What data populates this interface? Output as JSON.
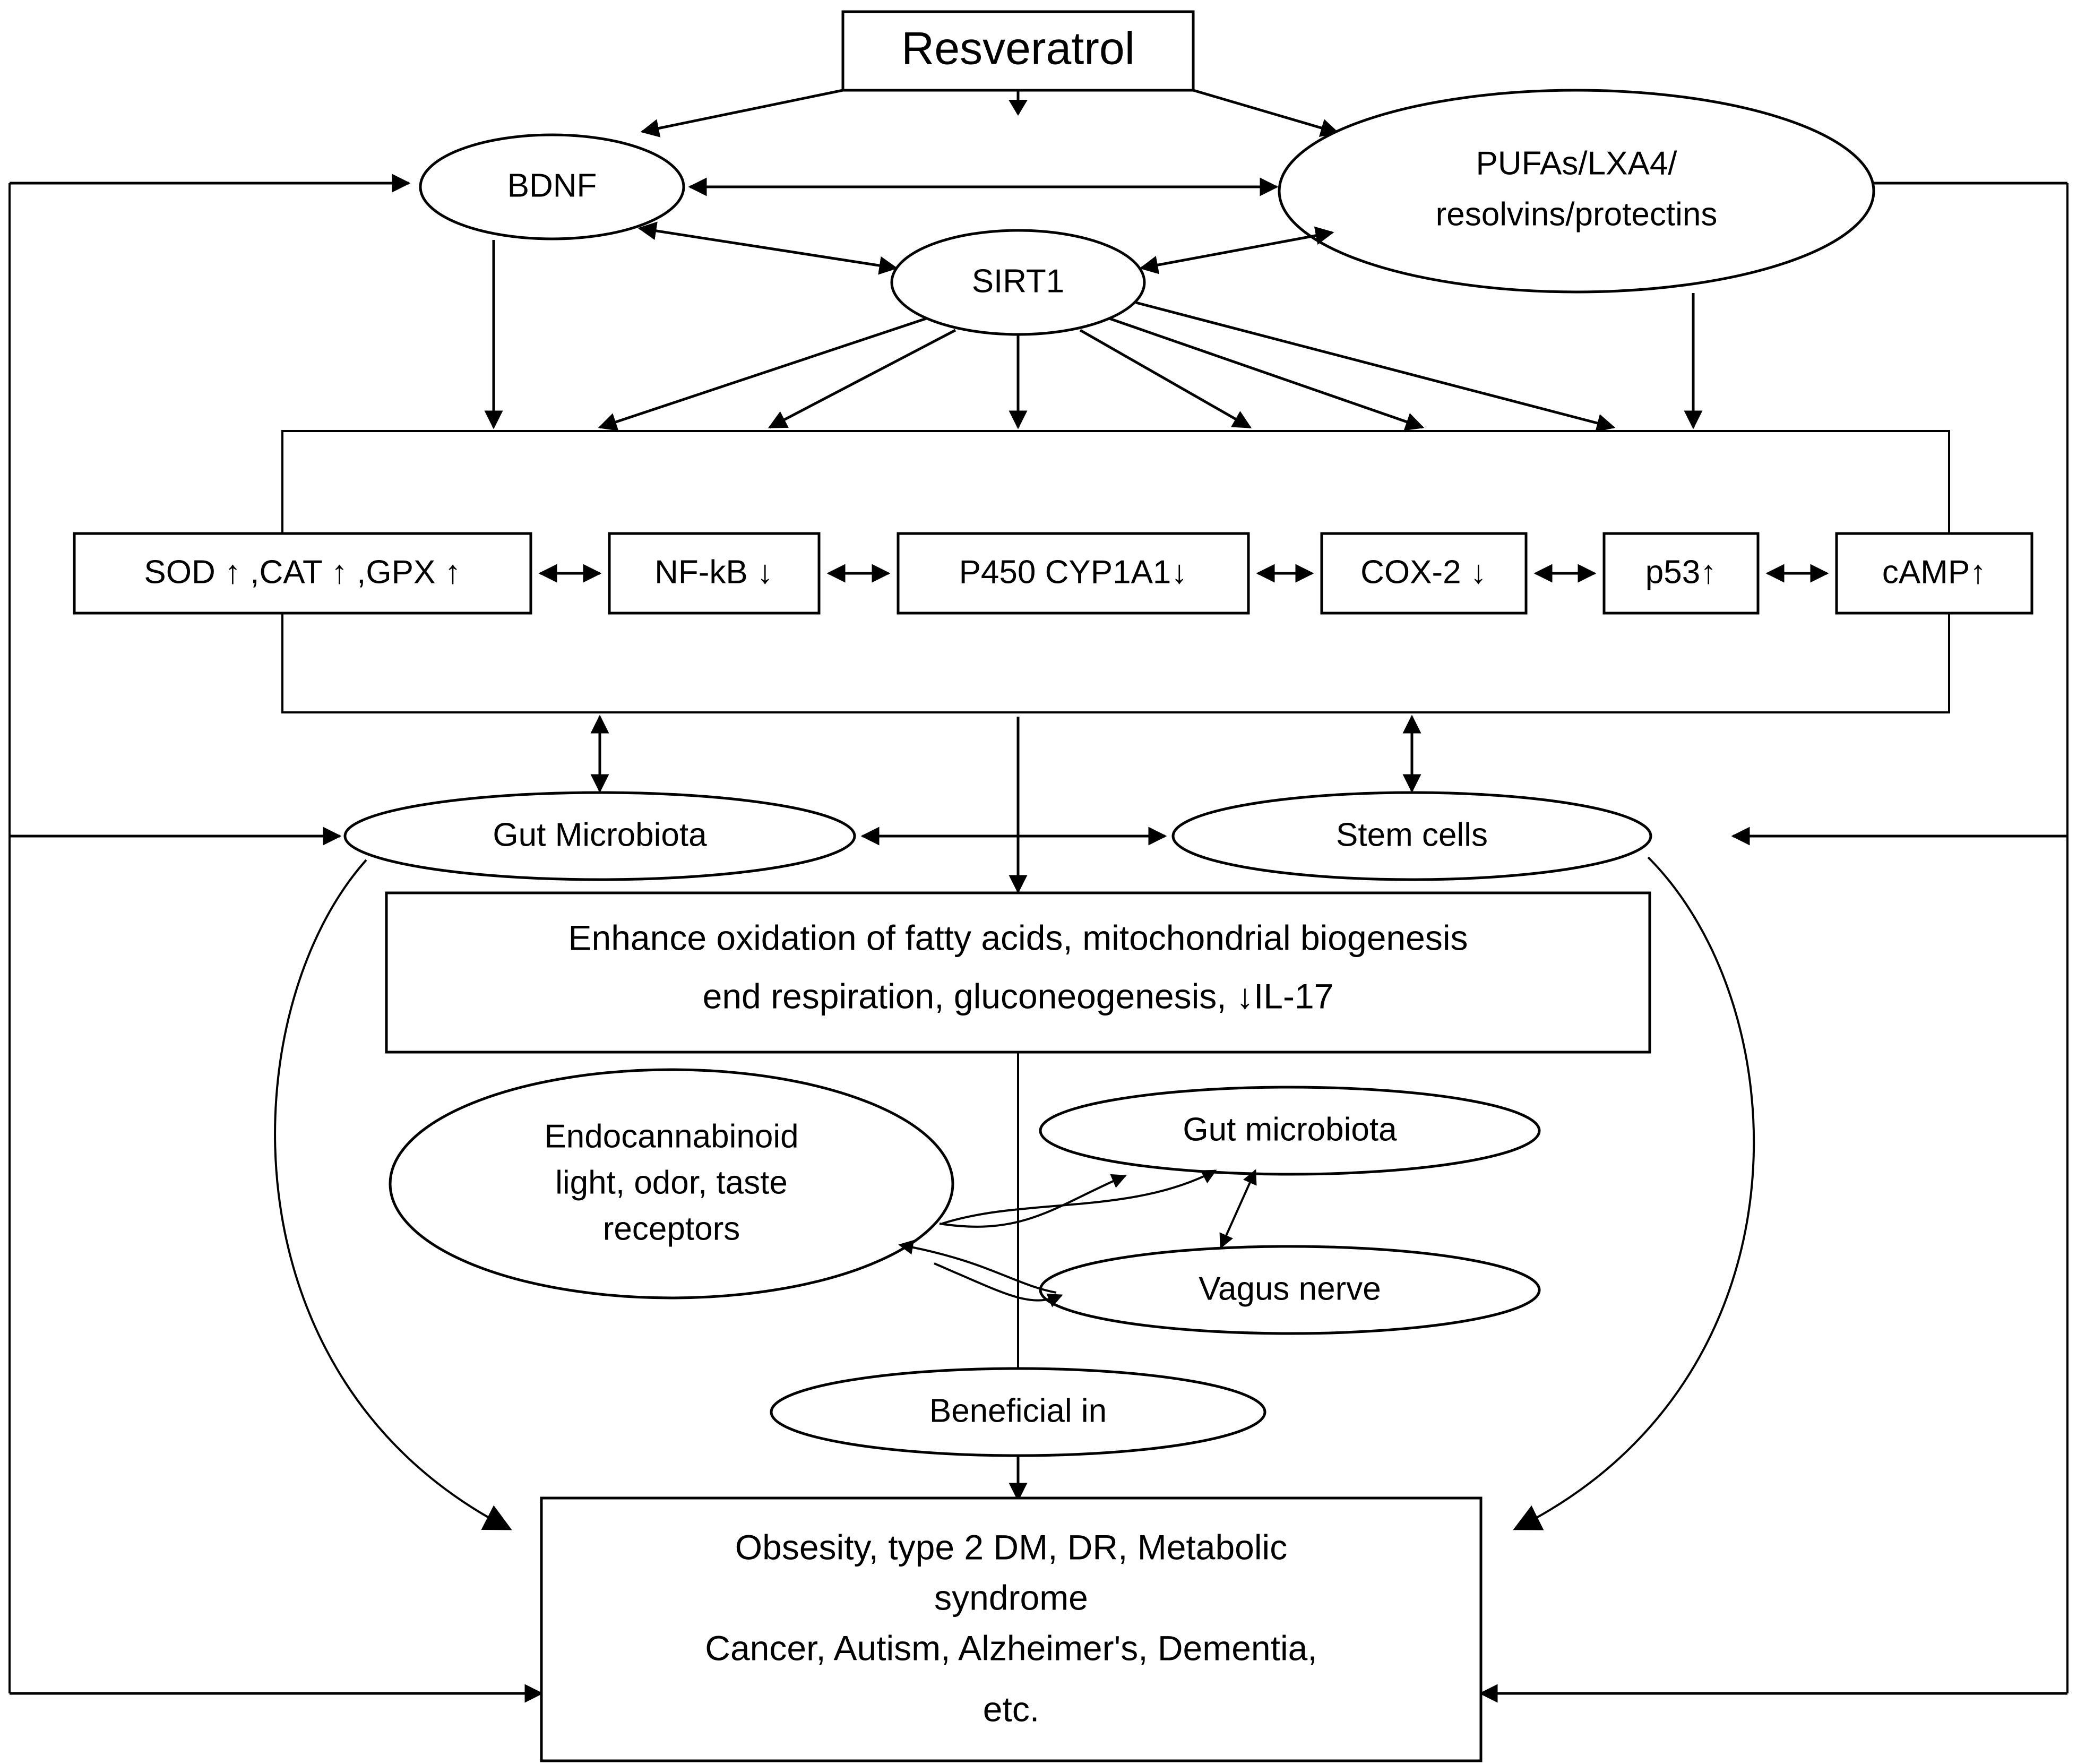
{
  "figure": {
    "title": "Resveratrol",
    "background_color": "#ffffff",
    "line_color": "#000000"
  },
  "nodes": {
    "resveratrol": "Resveratrol",
    "bdnf": "BDNF",
    "pufas_line1": "PUFAs/LXA4/",
    "pufas_line2": "resolvins/protectins",
    "sirt1": "SIRT1",
    "gut_microbiota_upper": "Gut Microbiota",
    "stem_cells": "Stem cells",
    "endocannabinoid_line1": "Endocannabinoid",
    "endocannabinoid_line2": "light, odor, taste",
    "endocannabinoid_line3": "receptors",
    "gut_microbiota_lower": "Gut microbiota",
    "vagus_nerve": "Vagus nerve",
    "beneficial_in": "Beneficial in"
  },
  "marker_boxes": [
    {
      "id": "sod-cat-gpx",
      "label": "SOD ↑ ,CAT ↑ ,GPX ↑"
    },
    {
      "id": "nf-kb",
      "label": "NF-kB ↓"
    },
    {
      "id": "p450-cyp1a1",
      "label": "P450 CYP1A1↓"
    },
    {
      "id": "cox-2",
      "label": "COX-2 ↓"
    },
    {
      "id": "p53",
      "label": "p53↑"
    },
    {
      "id": "camp",
      "label": "cAMP↑"
    }
  ],
  "metabolic_box": {
    "line1": "Enhance oxidation of fatty acids, mitochondrial biogenesis",
    "line2": "end respiration, gluconeogenesis, ↓IL-17"
  },
  "outcomes_box": {
    "line1": "Obsesity, type 2 DM, DR, Metabolic",
    "line2": "syndrome",
    "line3": "Cancer, Autism, Alzheimer's, Dementia,",
    "line4": "etc."
  }
}
